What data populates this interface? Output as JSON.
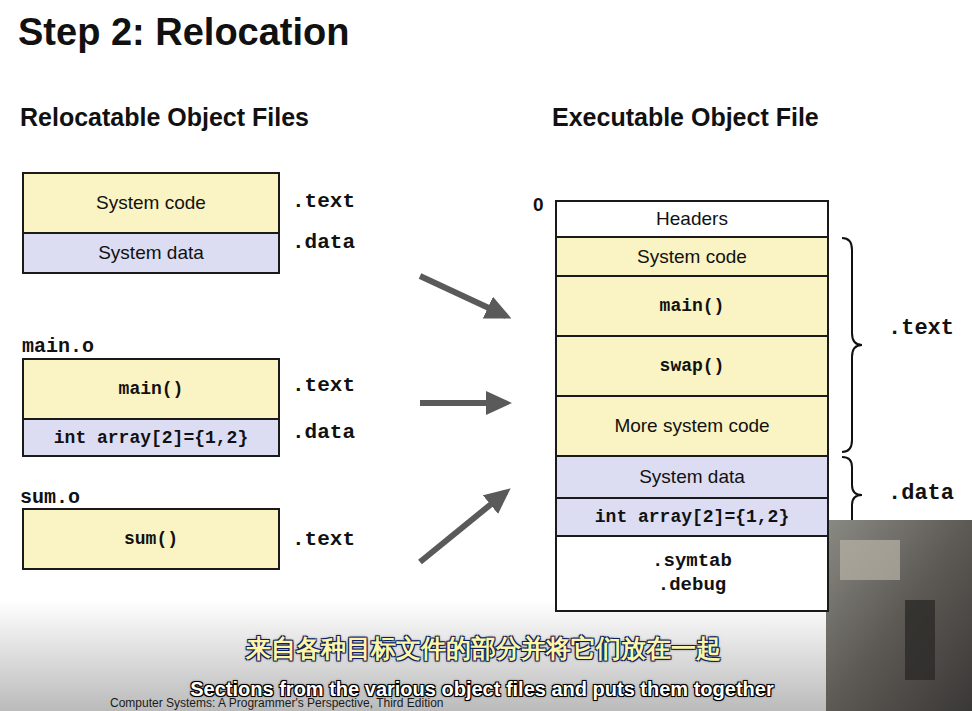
{
  "diagram": {
    "title": "Step 2: Relocation",
    "nodes": [
      {
        "text": [
          "System code"
        ]
      },
      {
        "text": [
          "System data"
        ]
      },
      {
        "text": [
          "main()"
        ]
      },
      {
        "text": [
          "int array[2]={1,2}"
        ]
      },
      {
        "text": [
          "sum()"
        ]
      },
      {
        "text": [
          "Headers"
        ]
      },
      {
        "text": [
          "System code"
        ]
      },
      {
        "text": [
          "main()"
        ]
      },
      {
        "text": [
          "swap()"
        ]
      },
      {
        "text": [
          "More system code"
        ]
      },
      {
        "text": [
          "System data"
        ]
      },
      {
        "text": [
          "int array[2]={1,2}"
        ]
      },
      {
        "text": [
          ".symtab .debug"
        ]
      }
    ],
    "labels": [
      "Relocatable Object Files",
      "Executable Object File",
      ".text",
      ".data",
      "main.o",
      ".text",
      ".data",
      "sum.o",
      ".text",
      "0",
      ".text",
      ".data",
      "来自各种目标文件的部分并将它们放在一起",
      "Sections from the various object files and puts them together",
      "Computer Systems: A Programmer's Perspective, Third Edition"
    ]
  }
}
